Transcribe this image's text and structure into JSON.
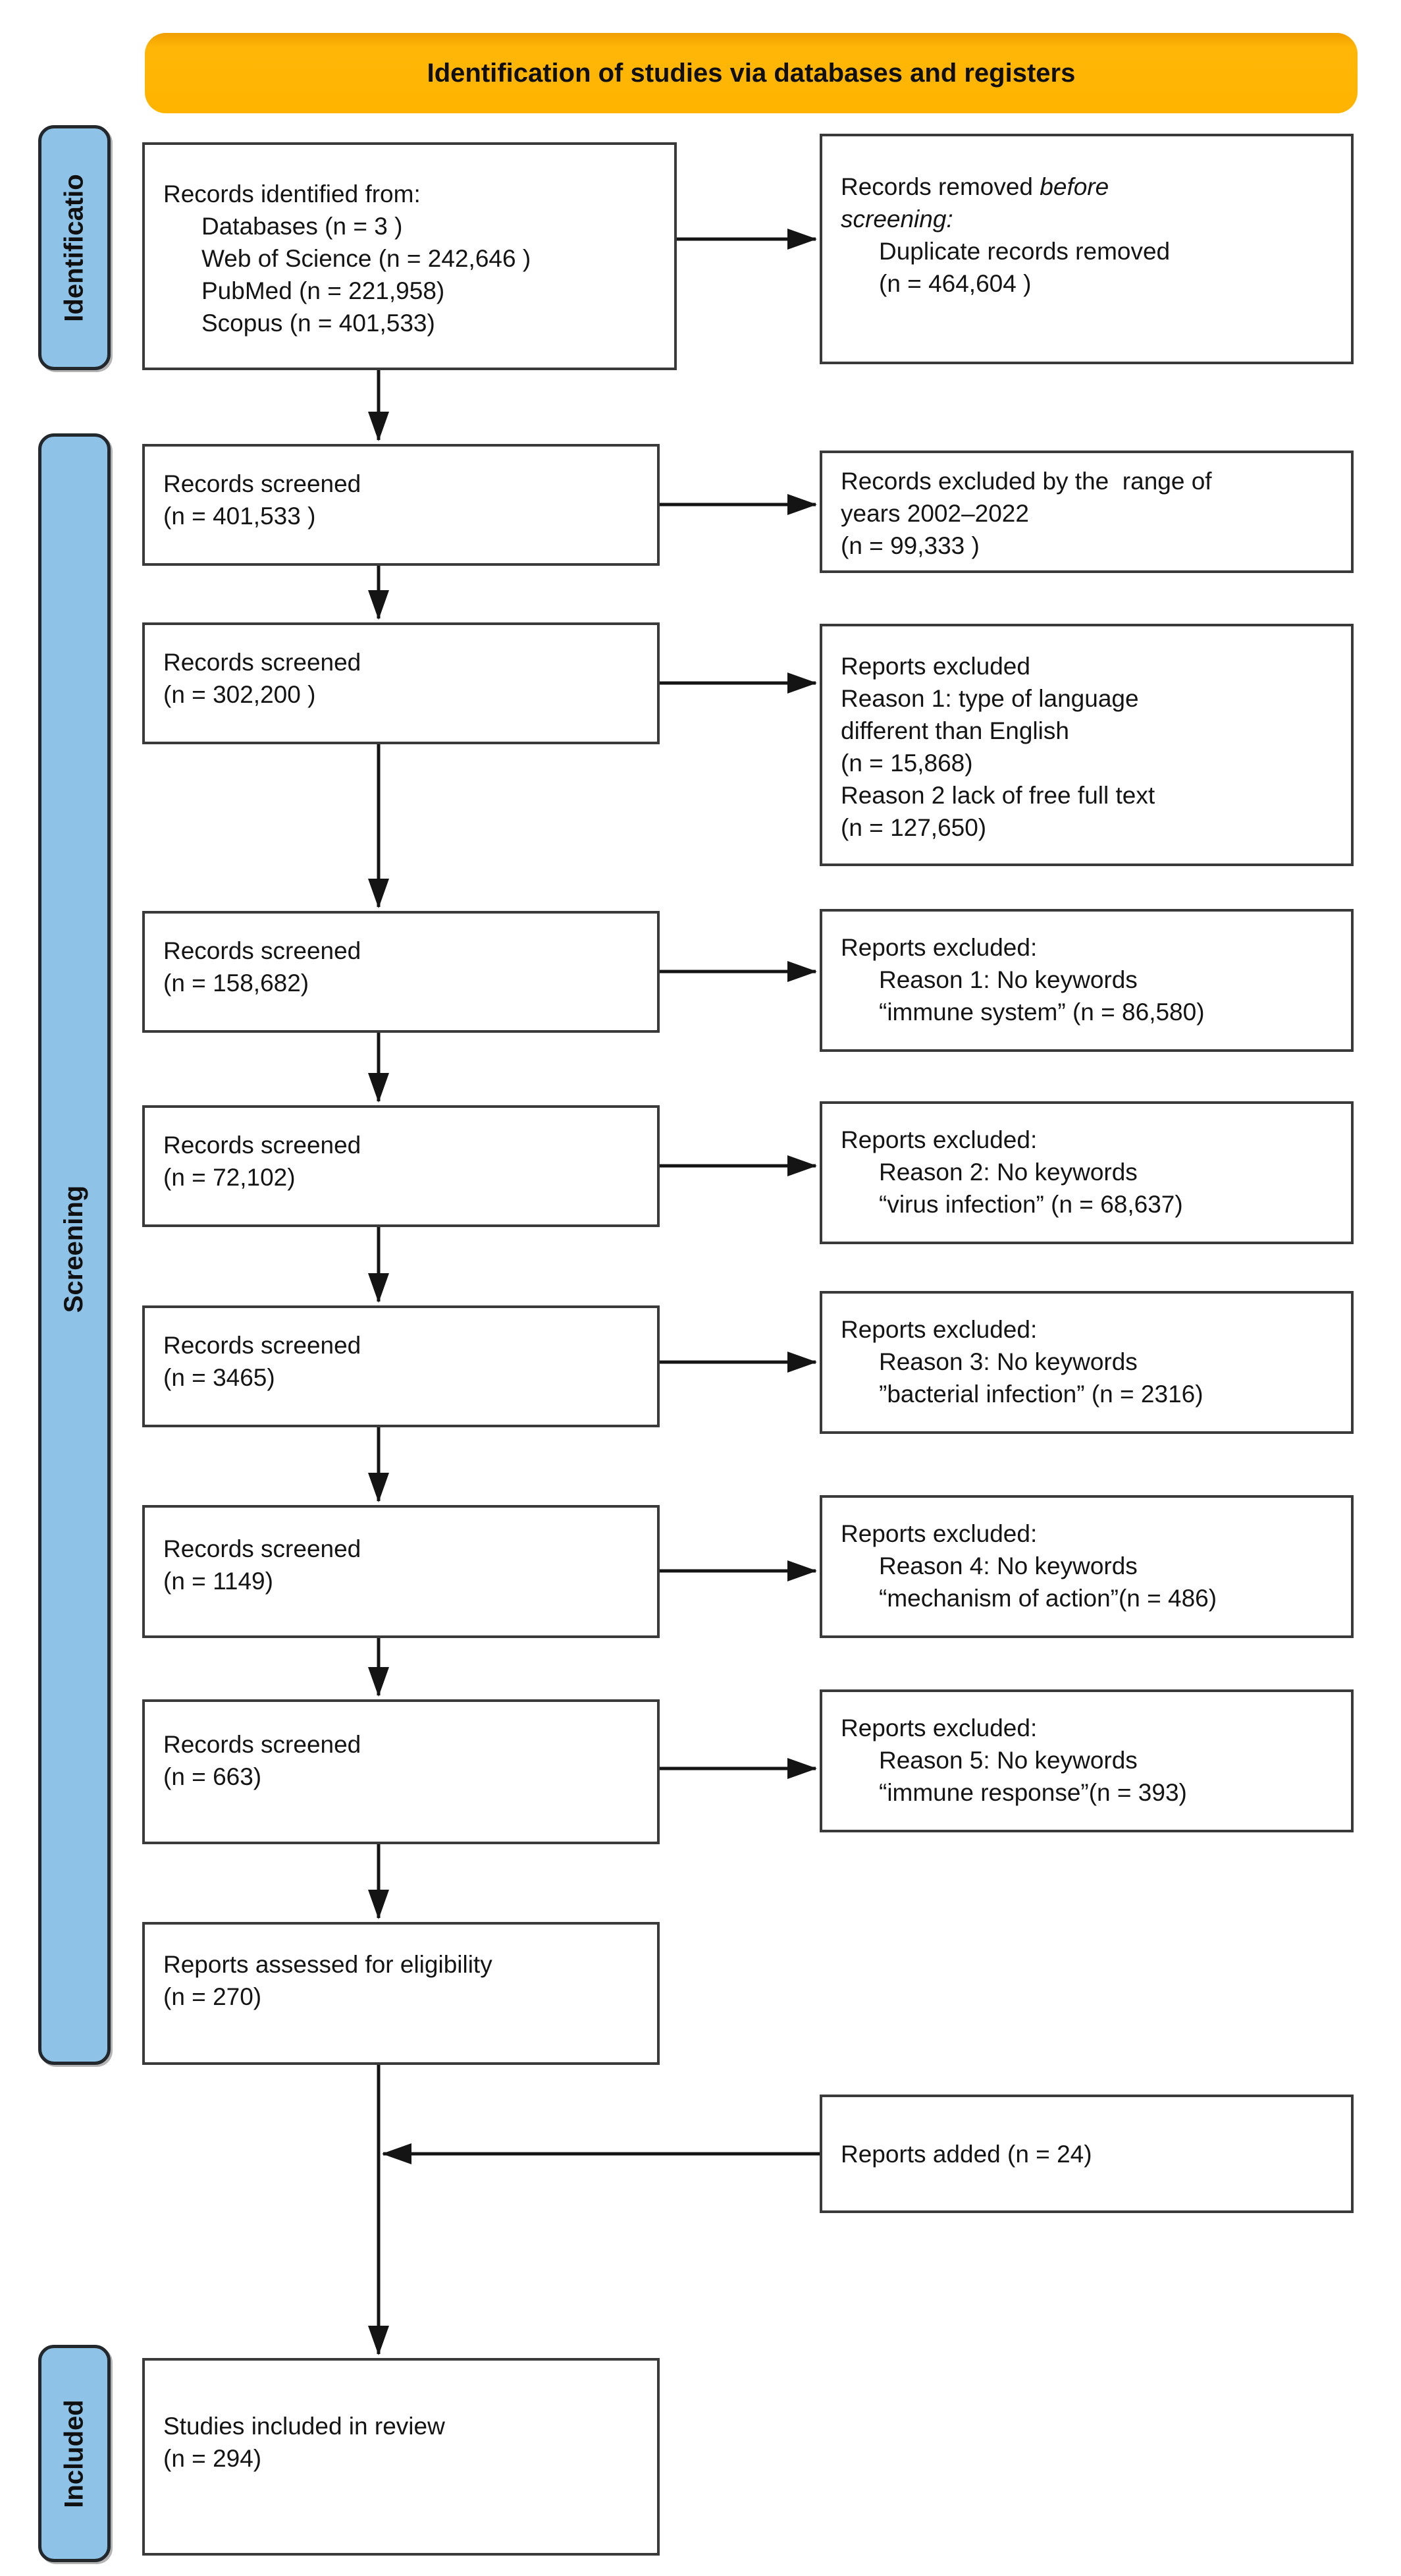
{
  "banner": {
    "title": "Identification of studies via databases and registers"
  },
  "colors": {
    "banner_orange": "#ffb400",
    "sidebar_blue": "#8ec2e7",
    "box_border": "#3a3a3a",
    "arrow_black": "#141414"
  },
  "sidebars": {
    "identification": "Identificatio",
    "screening": "Screening",
    "included": "Included"
  },
  "boxes": {
    "identified": {
      "l1": "Records identified from:",
      "l2": "Databases (n = 3 )",
      "l3": "Web of Science (n = 242,646 )",
      "l4": "PubMed (n = 221,958)",
      "l5": "Scopus (n = 401,533)"
    },
    "removed": {
      "l1_pre": "Records removed ",
      "l1_italic": "before",
      "l2_italic": "screening:",
      "l3": "Duplicate records removed",
      "l4": "(n = 464,604 )"
    },
    "screened1": {
      "l1": "Records screened",
      "l2": "(n = 401,533 )"
    },
    "excluded_years": {
      "l1": "Records excluded by the  range of",
      "l2": "years 2002–2022",
      "l3": "(n = 99,333 )"
    },
    "screened2": {
      "l1": "Records screened",
      "l2": "(n = 302,200 )"
    },
    "excluded_lang_text": {
      "l1": "Reports excluded",
      "l2": "Reason 1: type of language",
      "l3": "different than English",
      "l4": "(n = 15,868)",
      "l5": "Reason 2 lack of free full text",
      "l6": "(n = 127,650)"
    },
    "screened3": {
      "l1": "Records screened",
      "l2": "(n = 158,682)"
    },
    "excluded_r1": {
      "l1": "Reports excluded:",
      "l2": "Reason 1: No keywords",
      "l3": "“immune system” (n = 86,580)"
    },
    "screened4": {
      "l1": "Records screened",
      "l2": "(n = 72,102)"
    },
    "excluded_r2": {
      "l1": "Reports excluded:",
      "l2": "Reason 2: No keywords",
      "l3": "“virus infection” (n = 68,637)"
    },
    "screened5": {
      "l1": "Records screened",
      "l2": "(n = 3465)"
    },
    "excluded_r3": {
      "l1": "Reports excluded:",
      "l2": "Reason 3: No keywords",
      "l3": "”bacterial infection” (n = 2316)"
    },
    "screened6": {
      "l1": "Records screened",
      "l2": "(n = 1149)"
    },
    "excluded_r4": {
      "l1": "Reports excluded:",
      "l2": "Reason 4: No keywords",
      "l3": "“mechanism of action”(n = 486)"
    },
    "screened7": {
      "l1": "Records screened",
      "l2": "(n = 663)"
    },
    "excluded_r5": {
      "l1": "Reports excluded:",
      "l2": "Reason 5: No keywords",
      "l3": "“immune response”(n = 393)"
    },
    "assessed": {
      "l1": "Reports assessed for eligibility",
      "l2": "(n = 270)"
    },
    "added": {
      "l1": "Reports added (n = 24)"
    },
    "included_studies": {
      "l1": "Studies included in review",
      "l2": "(n = 294)"
    }
  }
}
